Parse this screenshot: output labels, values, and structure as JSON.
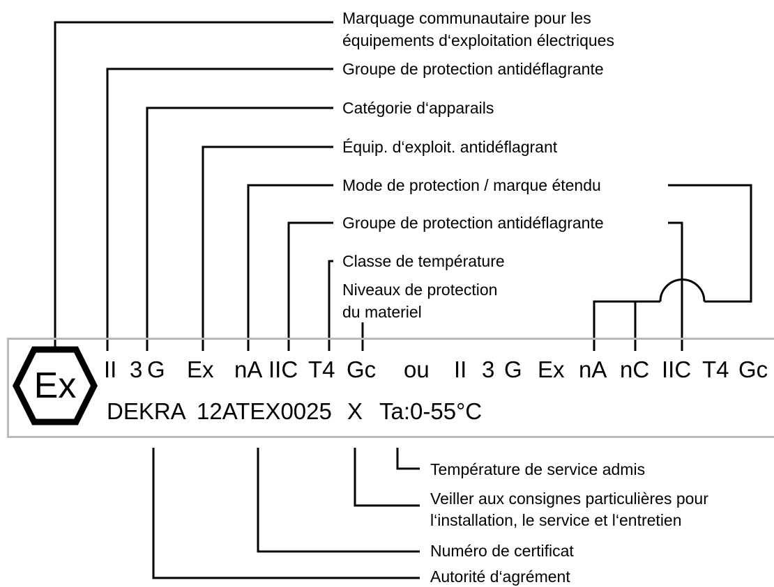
{
  "labels": {
    "marquage": "Marquage communautaire pour les",
    "marquage_2": "équipements d‘exploitation électriques",
    "groupe_1": "Groupe de protection antidéflagrante",
    "categorie": "Catégorie d‘apparails",
    "equip": "Équip. d‘exploit. antidéflagrant",
    "mode": "Mode de protection / marque  étendu",
    "groupe_2": "Groupe de protection antidéflagrante",
    "classe": "Classe de température",
    "niveaux": "Niveaux de protection",
    "niveaux_2": "du materiel",
    "temp_service": "Température de service admis",
    "veiller": "Veiller aux consignes particulières pour",
    "veiller_2": "l‘installation, le service et l‘entretien",
    "numero": "Numéro de certificat",
    "autorite": "Autorité d‘agrément"
  },
  "marking": {
    "logo": "Ex",
    "row1": [
      "II",
      "3",
      "G",
      "Ex",
      "nA",
      "IIC",
      "T4",
      "Gc",
      "ou",
      "II",
      "3",
      "G",
      "Ex",
      "nA",
      "nC",
      "IIC",
      "T4",
      "Gc"
    ],
    "row2": [
      "DEKRA",
      "12ATEX0025",
      "X",
      "Ta:0-55°C"
    ]
  },
  "colors": {
    "line": "#000000",
    "box_border": "#b9b9b9"
  }
}
